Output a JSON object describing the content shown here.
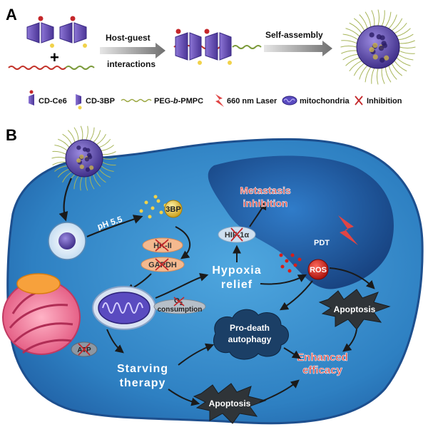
{
  "panel_a": {
    "label": "A",
    "step1": "Host-guest",
    "step1b": "interactions",
    "step2": "Self-assembly",
    "plus": "+"
  },
  "legend": {
    "cd_ce6": "CD-Ce6",
    "cd_3bp": "CD-3BP",
    "peg_prefix": "PEG-",
    "peg_italic": "b",
    "peg_suffix": "-PMPC",
    "laser": "660 nm Laser",
    "mito": "mitochondria",
    "inhibition": "Inhibition"
  },
  "panel_b": {
    "label": "B",
    "ph": "pH 5.5",
    "drug": "3BP",
    "hk": "HK-II",
    "gapdh": "GAPDH",
    "hif": "HIF-1α",
    "metastasis1": "Metastasis",
    "metastasis2": "inhibition",
    "hypoxia1": "Hypoxia",
    "hypoxia2": "relief",
    "o2": "O",
    "o2sub": "2",
    "consumption": "consumption",
    "pdt": "PDT",
    "ros": "ROS",
    "apoptosis_top": "Apoptosis",
    "prodeath1": "Pro-death",
    "prodeath2": "autophagy",
    "atp": "ATP",
    "starving1": "Starving",
    "starving2": "therapy",
    "apoptosis_bottom": "Apoptosis",
    "enhanced1": "Enhanced",
    "enhanced2": "efficacy"
  },
  "colors": {
    "cell_blue": "#2f86c6",
    "cell_dark": "#1d4f8e",
    "cd_purple": "#6a52b8",
    "red_text": "#c9362f",
    "ros_red": "#d91e18"
  }
}
